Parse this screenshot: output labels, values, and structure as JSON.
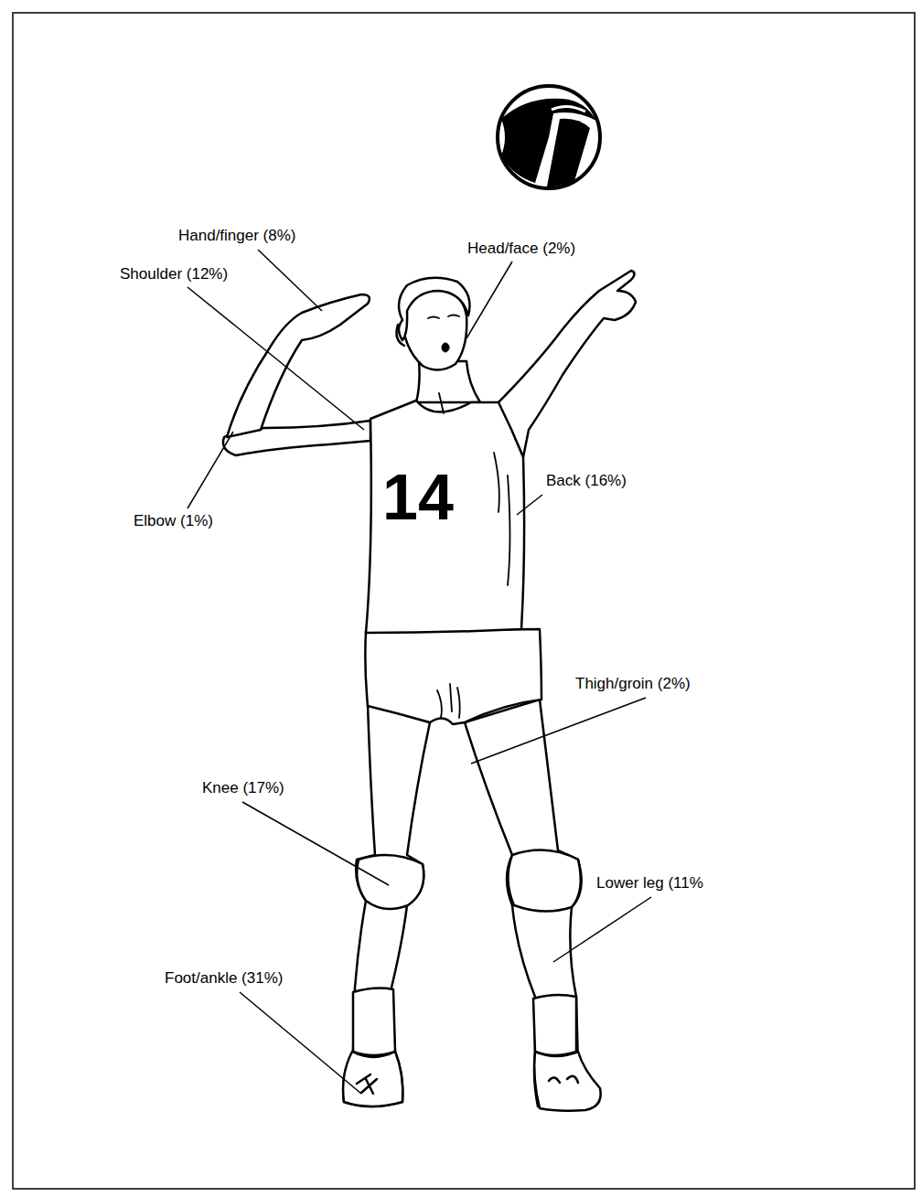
{
  "diagram": {
    "labels": [
      "Hand/finger (8%)",
      "Head/face (2%)",
      "Shoulder (12%)",
      "Elbow (1%)",
      "14",
      "Back (16%)",
      "Thigh/groin (2%)",
      "Knee (17%)",
      "Lower leg (11%",
      "Foot/ankle (31%)"
    ]
  }
}
